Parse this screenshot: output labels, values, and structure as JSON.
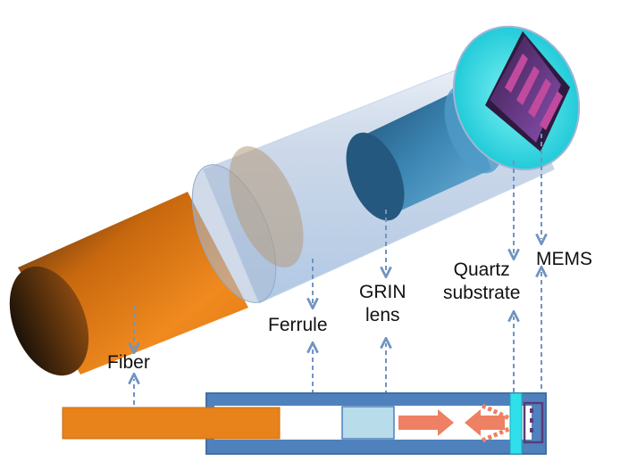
{
  "labels": {
    "fiber": "Fiber",
    "ferrule": "Ferrule",
    "grin_line1": "GRIN",
    "grin_line2": "lens",
    "quartz_line1": "Quartz",
    "quartz_line2": "substrate",
    "mems": "MEMS"
  },
  "colors": {
    "fiber": "#e8821a",
    "ferrule_outline": "#4f81bd",
    "grin": "#b8dcea",
    "quartz": "#2fe0ea",
    "arrow": "#ee8063",
    "guide": "#6f94c4"
  }
}
